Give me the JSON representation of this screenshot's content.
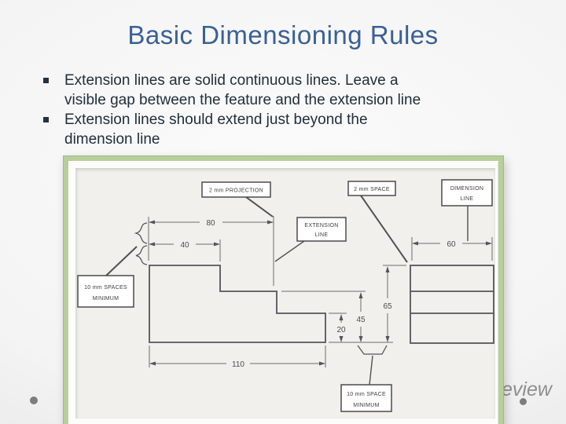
{
  "slide": {
    "title": "Basic Dimensioning Rules",
    "bullets": [
      {
        "line1": "Extension lines are solid continuous lines. Leave a",
        "line2": "visible gap between the feature and the extension line"
      },
      {
        "line1": "Extension lines should extend just beyond the",
        "line2": "dimension line"
      }
    ],
    "watermark_text": "eview",
    "colors": {
      "title_blue": "#3a6096",
      "body_text": "#212f3c",
      "frame_green": "#b9cf9a"
    }
  },
  "drawing": {
    "callouts": {
      "projection": "2 mm PROJECTION",
      "space": "2 mm SPACE",
      "dimension_line": {
        "line1": "DIMENSION",
        "line2": "LINE"
      },
      "extension_line": {
        "line1": "EXTENSION",
        "line2": "LINE"
      },
      "spaces_minimum": {
        "line1": "10 mm SPACES",
        "line2": "MINIMUM"
      },
      "space_minimum": {
        "line1": "10 mm SPACE",
        "line2": "MINIMUM"
      }
    },
    "dims": {
      "total_width": "110",
      "width_80": "80",
      "width_40": "40",
      "width_60": "60",
      "height_65": "65",
      "height_45": "45",
      "height_20": "20"
    }
  }
}
